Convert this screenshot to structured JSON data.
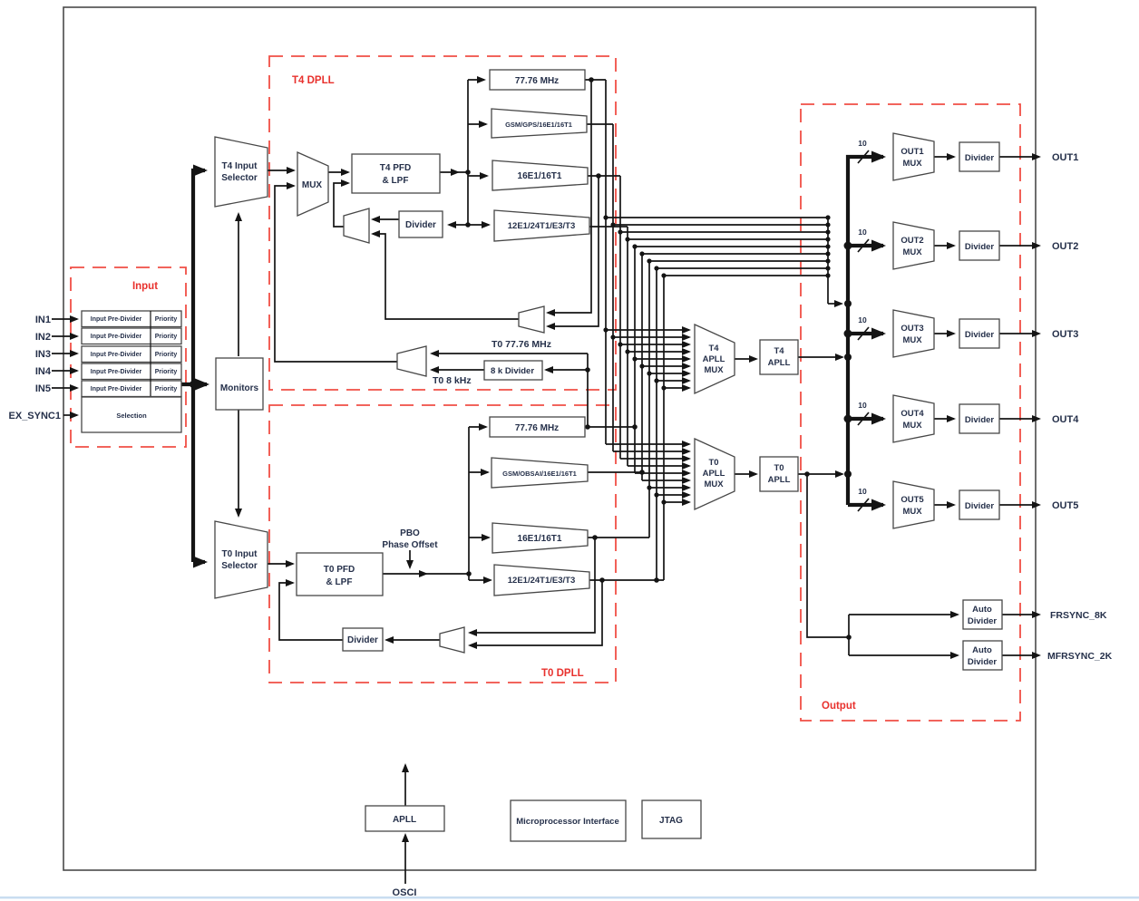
{
  "palette": {
    "accent_red": "#e8312d",
    "dash_red": "#f04f45",
    "wire_black": "#141414",
    "label_dark": "#25304a"
  },
  "io": {
    "left_pins": [
      "IN1",
      "IN2",
      "IN3",
      "IN4",
      "IN5"
    ],
    "ex_sync": "EX_SYNC1",
    "outputs": [
      "OUT1",
      "OUT2",
      "OUT3",
      "OUT4",
      "OUT5"
    ],
    "frame_syncs": [
      "FRSYNC_8K",
      "MFRSYNC_2K"
    ],
    "osci": "OSCI"
  },
  "groups": {
    "input": "Input",
    "t4": "T4 DPLL",
    "t0": "T0 DPLL",
    "output": "Output"
  },
  "input_table": {
    "pre_divider": "Input Pre-Divider",
    "priority": "Priority",
    "selection": "Selection"
  },
  "blocks": {
    "monitors": "Monitors",
    "t4_input_selector": [
      "T4 Input",
      "Selector"
    ],
    "t0_input_selector": [
      "T0 Input",
      "Selector"
    ],
    "mux": "MUX",
    "t4_pfd": [
      "T4 PFD",
      "& LPF"
    ],
    "t0_pfd": [
      "T0 PFD",
      "& LPF"
    ],
    "divider": "Divider",
    "divider_8k": "8 k Divider",
    "auto_divider": [
      "Auto",
      "Divider"
    ],
    "t4_paths": [
      "77.76 MHz",
      "GSM/GPS/16E1/16T1",
      "16E1/16T1",
      "12E1/24T1/E3/T3"
    ],
    "t0_paths": [
      "77.76 MHz",
      "GSM/OBSAI/16E1/16T1",
      "16E1/16T1",
      "12E1/24T1/E3/T3"
    ],
    "t4_apll_mux": [
      "T4",
      "APLL",
      "MUX"
    ],
    "t0_apll_mux": [
      "T0",
      "APLL",
      "MUX"
    ],
    "t4_apll": [
      "T4",
      "APLL"
    ],
    "t0_apll": [
      "T0",
      "APLL"
    ],
    "out_muxes": [
      [
        "OUT1",
        "MUX"
      ],
      [
        "OUT2",
        "MUX"
      ],
      [
        "OUT3",
        "MUX"
      ],
      [
        "OUT4",
        "MUX"
      ],
      [
        "OUT5",
        "MUX"
      ]
    ],
    "apll": "APLL",
    "microprocessor_interface": "Microprocessor Interface",
    "jtag": "JTAG"
  },
  "signals": {
    "t0_77_76": "T0 77.76 MHz",
    "t0_8k": "T0 8 kHz",
    "pbo": [
      "PBO",
      "Phase Offset"
    ],
    "bus_width": "10"
  }
}
